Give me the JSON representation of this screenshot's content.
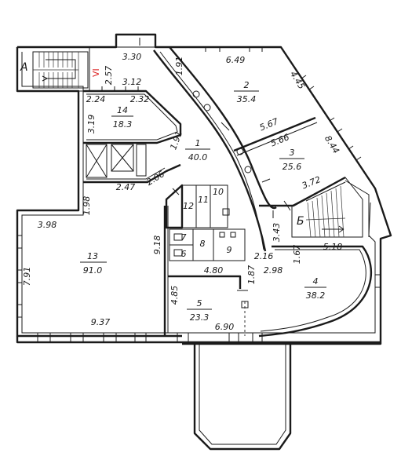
{
  "rooms": [
    {
      "id": "13",
      "number": "13",
      "area": "91.0"
    },
    {
      "id": "14",
      "number": "14",
      "area": "18.3"
    },
    {
      "id": "1",
      "number": "1",
      "area": "40.0"
    },
    {
      "id": "2",
      "number": "2",
      "area": "35.4"
    },
    {
      "id": "3",
      "number": "3",
      "area": "25.6"
    },
    {
      "id": "4",
      "number": "4",
      "area": "38.2"
    },
    {
      "id": "5",
      "number": "5",
      "area": "23.3"
    },
    {
      "id": "6",
      "number": "6",
      "area": ""
    },
    {
      "id": "7",
      "number": "7",
      "area": ""
    },
    {
      "id": "8",
      "number": "8",
      "area": ""
    },
    {
      "id": "9",
      "number": "9",
      "area": ""
    },
    {
      "id": "10",
      "number": "10",
      "area": ""
    },
    {
      "id": "11",
      "number": "11",
      "area": ""
    },
    {
      "id": "12",
      "number": "12",
      "area": ""
    }
  ],
  "dimensions": [
    "3.30",
    "2.57",
    "3.12",
    "1.91",
    "6.49",
    "4.45",
    "2.24",
    "2.32",
    "3.19",
    "5.67",
    "5.66",
    "8.44",
    "1.91",
    "2.47",
    "2.06",
    "3.72",
    "1.98",
    "3.98",
    "9.18",
    "3.43",
    "2.16",
    "1.67",
    "5.18",
    "7.91",
    "4.80",
    "1.87",
    "2.98",
    "4.85",
    "9.37",
    "6.90"
  ],
  "staircases": [
    {
      "id": "A",
      "letter": "А"
    },
    {
      "id": "B",
      "letter": "Б"
    }
  ],
  "annotation": "VI"
}
